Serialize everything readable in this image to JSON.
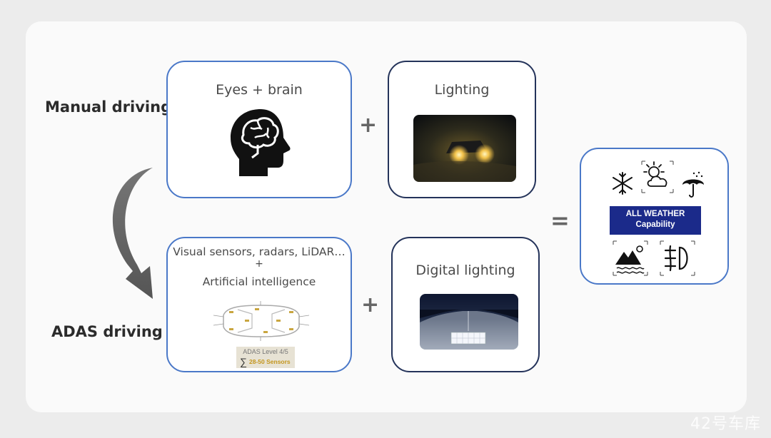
{
  "labels": {
    "manual": "Manual driving",
    "adas": "ADAS driving"
  },
  "boxes": {
    "eyes_brain": "Eyes + brain",
    "lighting": "Lighting",
    "sensors_line1": "Visual sensors, radars, LiDAR…",
    "sensors_plus": "+",
    "sensors_line3": "Artificial intelligence",
    "digital_lighting": "Digital lighting"
  },
  "operators": {
    "plus": "+",
    "equals": "="
  },
  "sensor_tag": {
    "line1": "ADAS Level 4/5",
    "sigma": "∑",
    "line2": "28-50 Sensors"
  },
  "weather": {
    "line1": "ALL WEATHER",
    "line2": "Capability"
  },
  "watermark": "42号车库",
  "colors": {
    "box_border_blue": "#4a78c8",
    "box_border_navy": "#24335a",
    "banner": "#1b2a8a",
    "arrow": "#5e5e5e"
  }
}
